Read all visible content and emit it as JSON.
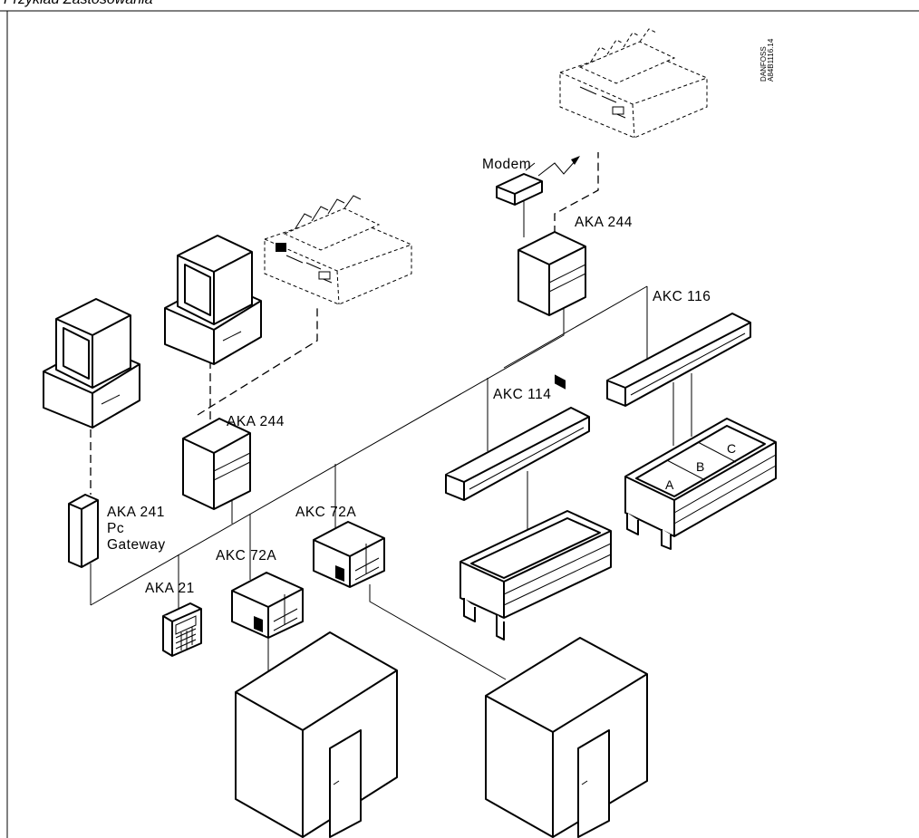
{
  "header": {
    "title": "Przykład Zastosowania"
  },
  "code": {
    "line1": "DANFOSS",
    "line2": "A84B1116.14"
  },
  "labels": {
    "modem": "Modem",
    "aka244_top": "AKA 244",
    "aka244_left": "AKA 244",
    "akc116": "AKC 116",
    "akc114": "AKC 114",
    "aka241_l1": "AKA 241",
    "aka241_l2": "Pc",
    "aka241_l3": "Gateway",
    "akc72a_right": "AKC 72A",
    "akc72a_left": "AKC 72A",
    "aka21": "AKA 21",
    "sec_a": "A",
    "sec_b": "B",
    "sec_c": "C"
  }
}
